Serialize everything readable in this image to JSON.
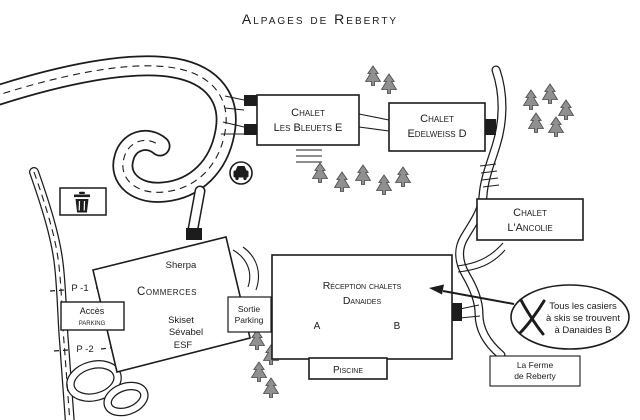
{
  "title": "Alpages de Reberty",
  "buildings": {
    "bleuets": {
      "line1": "Chalet",
      "line2": "Les Bleuets E"
    },
    "edelweiss": {
      "line1": "Chalet",
      "line2": "Edelweiss D"
    },
    "ancolie": {
      "line1": "Chalet",
      "line2": "L'Ancolie"
    },
    "danaides": {
      "line1": "Réception chalets",
      "line2": "Danaides",
      "unit_a": "A",
      "unit_b": "B"
    },
    "piscine": {
      "label": "Piscine"
    },
    "ferme": {
      "line1": "La Ferme",
      "line2": "de Reberty"
    }
  },
  "commerces": {
    "sherpa": "Sherpa",
    "title": "Commerces",
    "skiset": "Skiset",
    "sevabel": "Sévabel",
    "esf": "ESF"
  },
  "parking": {
    "acces_line1": "Accès",
    "acces_line2": "parking",
    "sortie_line1": "Sortie",
    "sortie_line2": "Parking",
    "level1": "P -1",
    "level2": "P -2"
  },
  "callout": {
    "line1": "Tous les casiers",
    "line2": "à skis se trouvent",
    "line3": "à Danaides B"
  },
  "colors": {
    "ink": "#1c1c1c",
    "tree": "#909090",
    "background": "#ffffff"
  }
}
